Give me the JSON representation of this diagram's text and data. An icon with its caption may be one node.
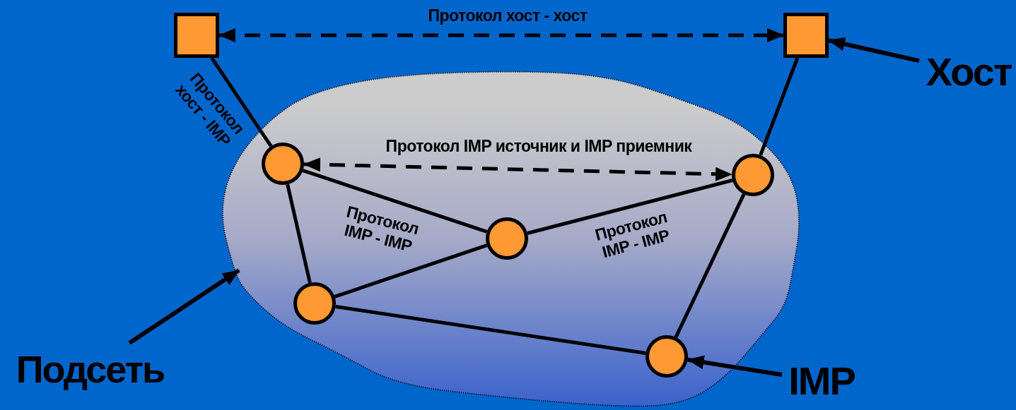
{
  "diagram": {
    "nodes": [
      {
        "text": [],
        "shape": "cloud"
      },
      {
        "text": [
          "Подсеть"
        ]
      },
      {
        "text": [],
        "shape": "box"
      },
      {
        "text": [],
        "shape": "box"
      },
      {
        "text": [],
        "shape": "circle",
        "in": 0
      },
      {
        "text": [],
        "shape": "circle",
        "in": 0
      },
      {
        "text": [],
        "shape": "circle",
        "in": 0
      },
      {
        "text": [],
        "shape": "circle",
        "in": 0
      },
      {
        "text": [],
        "shape": "circle",
        "in": 0
      },
      {
        "text": [
          "Хост"
        ]
      },
      {
        "text": [
          "IMP"
        ]
      }
    ],
    "edges": [
      {
        "from": 2,
        "to": 3,
        "arrow": "both",
        "style": "dashed",
        "label": "Протокол хост - хост"
      },
      {
        "from": 2,
        "to": 4,
        "arrow": "none",
        "label": "Протокол хост - IMP"
      },
      {
        "from": 3,
        "to": 5,
        "arrow": "none"
      },
      {
        "from": 4,
        "to": 5,
        "arrow": "both",
        "style": "dashed",
        "label": "Протокол IMP источник и IMP приемник"
      },
      {
        "from": 4,
        "to": 6,
        "arrow": "none",
        "label": "Протокол IMP - IMP"
      },
      {
        "from": 4,
        "to": 7,
        "arrow": "none"
      },
      {
        "from": 7,
        "to": 6,
        "arrow": "none"
      },
      {
        "from": 6,
        "to": 5,
        "arrow": "none",
        "label": "Протокол IMP - IMP"
      },
      {
        "from": 7,
        "to": 8,
        "arrow": "none"
      },
      {
        "from": 8,
        "to": 5,
        "arrow": "none"
      },
      {
        "from": 9,
        "to": 3,
        "arrow": "to"
      },
      {
        "from": 10,
        "to": 8,
        "arrow": "to"
      },
      {
        "from": 1,
        "to": 0,
        "arrow": "to"
      }
    ]
  }
}
